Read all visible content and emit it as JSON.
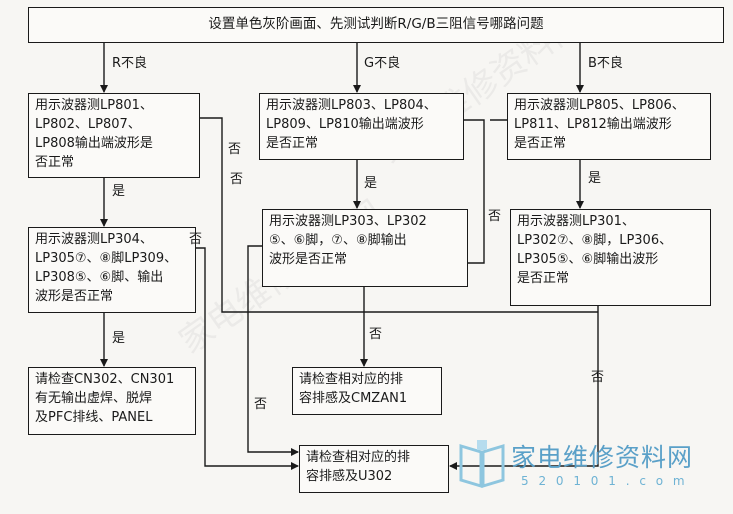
{
  "nodes": {
    "top": "设置单色灰阶画面、先测试判断R/G/B三阻信号哪路问题",
    "r_check": "用示波器测LP801、\nLP802、LP807、\nLP808输出端波形是\n否正常",
    "g_check": "用示波器测LP803、LP804、\nLP809、LP810输出端波形\n是否正常",
    "b_check": "用示波器测LP805、LP806、\nLP811、LP812输出端波形\n是否正常",
    "r_check2": "用示波器测LP304、\nLP305⑦、⑧脚LP309、\nLP308⑤、⑥脚、输出\n波形是否正常",
    "g_check2": "用示波器测LP303、LP302\n⑤、⑥脚，⑦、⑧脚输出\n波形是否正常",
    "b_check2": "用示波器测LP301、\nLP302⑦、⑧脚，LP306、\nLP305⑤、⑥脚输出波形\n是否正常",
    "r_result": "请检查CN302、CN301\n有无输出虚焊、脱焊\n及PFC排线、PANEL",
    "g_result": "请检查相对应的排\n容排感及CMZAN1",
    "final_result": "请检查相对应的排\n容排感及U302"
  },
  "edge_labels": {
    "r_bad": "R不良",
    "g_bad": "G不良",
    "b_bad": "B不良",
    "r_yes": "是",
    "r_no": "否",
    "g_yes": "是",
    "g_no": "否",
    "b_yes": "是",
    "b_no": "否",
    "r2_yes": "是",
    "r2_no": "否",
    "g2_no": "否",
    "b2_no": "否"
  },
  "watermark": {
    "logo_text": "家电维修资料网",
    "logo_url": "5 2 0 1 0 1 . c o m"
  }
}
